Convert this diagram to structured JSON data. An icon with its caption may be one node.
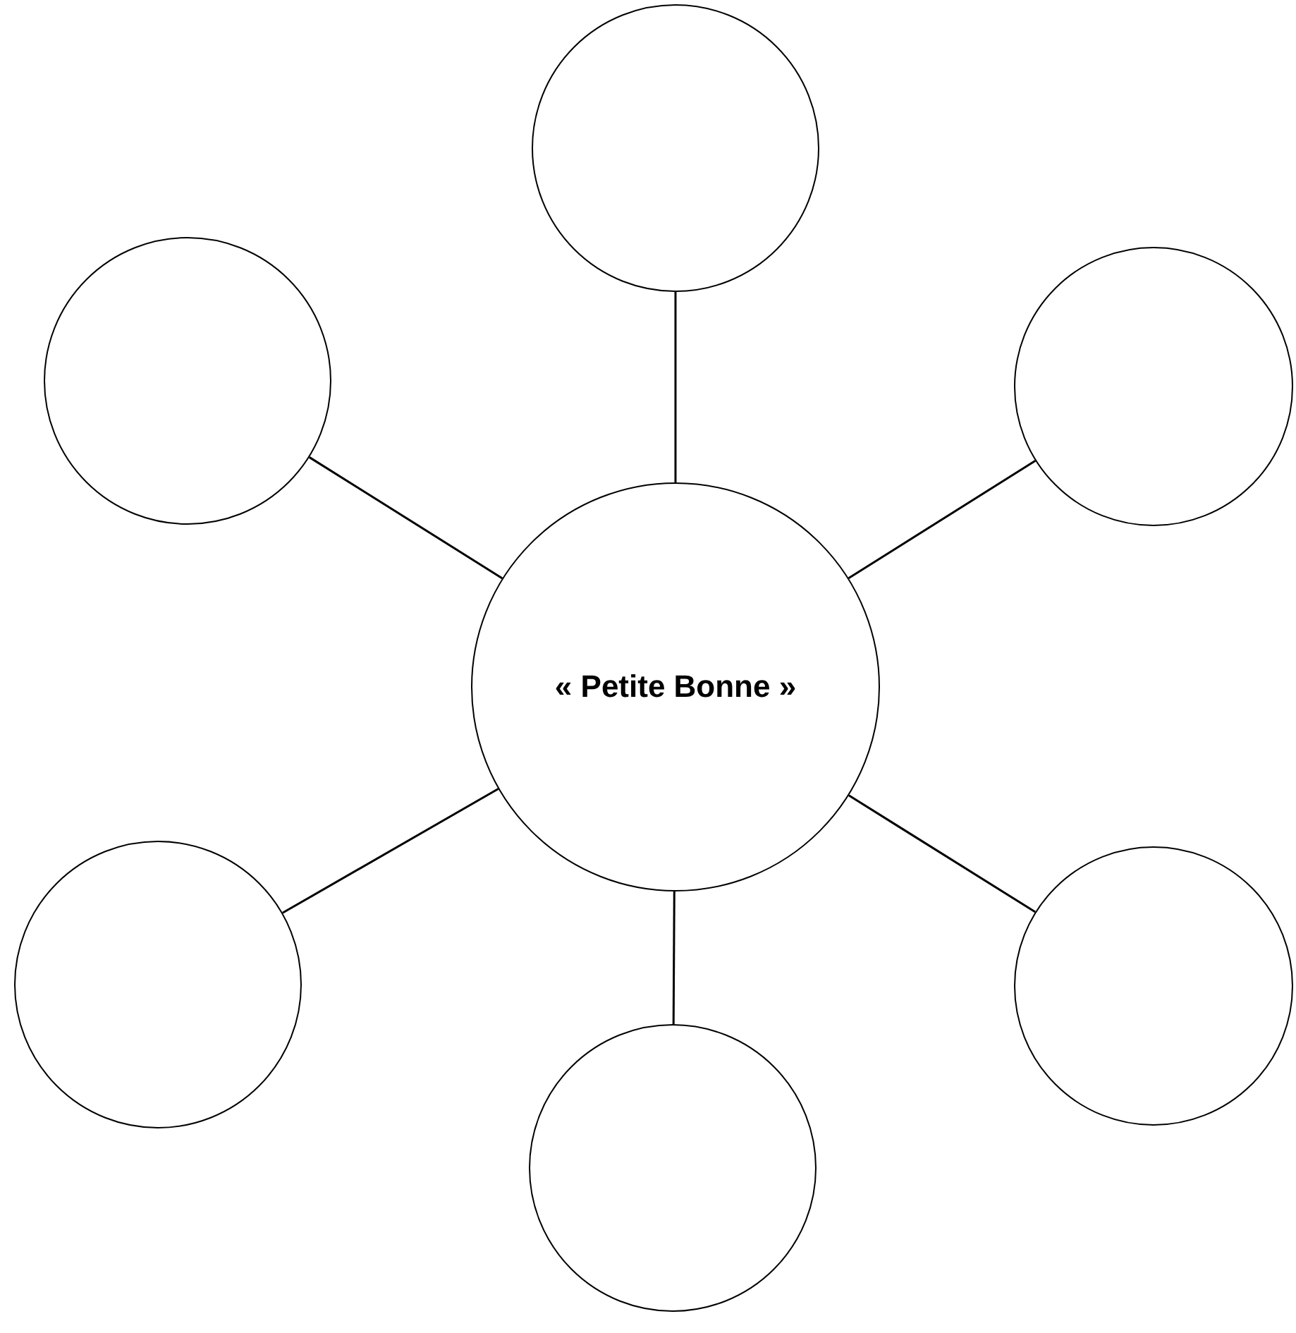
{
  "diagram": {
    "nodes": [
      {
        "text": [],
        "shape": "circle"
      },
      {
        "text": [],
        "shape": "circle"
      },
      {
        "text": [],
        "shape": "circle"
      },
      {
        "text": [
          "« Petite Bonne »"
        ]
      },
      {
        "text": [],
        "shape": "circle"
      },
      {
        "text": [],
        "shape": "circle"
      },
      {
        "text": [],
        "shape": "circle"
      }
    ],
    "edges": [
      {
        "from": 3,
        "to": 0,
        "arrow": "none"
      },
      {
        "from": 3,
        "to": 1,
        "arrow": "none"
      },
      {
        "from": 3,
        "to": 2,
        "arrow": "none"
      },
      {
        "from": 3,
        "to": 4,
        "arrow": "none"
      },
      {
        "from": 3,
        "to": 5,
        "arrow": "none"
      },
      {
        "from": 3,
        "to": 6,
        "arrow": "none"
      }
    ]
  }
}
